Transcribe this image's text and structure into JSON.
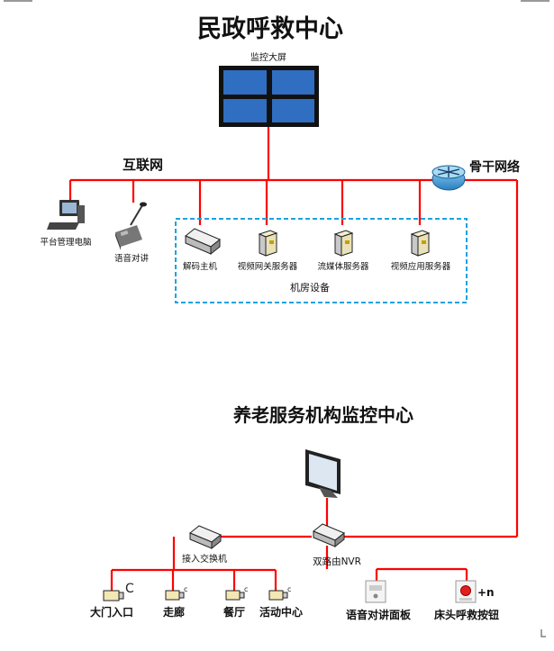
{
  "titles": {
    "top": "民政呼救中心",
    "bottom": "养老服务机构监控中心"
  },
  "labels": {
    "screen": "监控大屏",
    "internet": "互联网",
    "backbone": "骨干网络",
    "pc": "平台管理电脑",
    "intercom": "语音对讲",
    "decoder": "解码主机",
    "video_gateway": "视频网关服务器",
    "streaming": "流媒体服务器",
    "video_app": "视频应用服务器",
    "room": "机房设备",
    "access_switch": "接入交换机",
    "nvr": "双路由NVR",
    "cam_gate": "大门入口",
    "cam_corridor": "走廊",
    "cam_dining": "餐厅",
    "cam_activity": "活动中心",
    "panel": "语音对讲面板",
    "bed_button": "床头呼救按钮",
    "plus_n": "+n"
  },
  "colors": {
    "line": "#ff0000",
    "dashed": "#1aa3e0",
    "screen_tile": "#2f6ec0"
  }
}
